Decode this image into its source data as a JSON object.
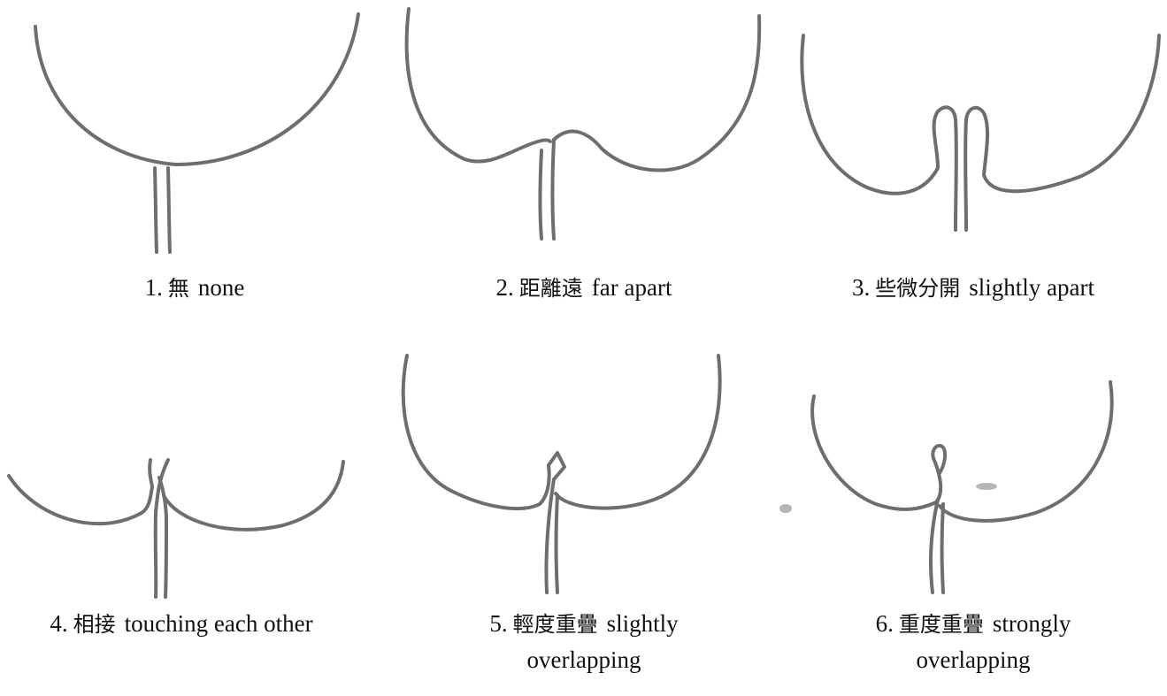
{
  "panels": [
    {
      "num": "1.",
      "zh": "無",
      "en": "none",
      "en2": ""
    },
    {
      "num": "2.",
      "zh": "距離遠",
      "en": "far apart",
      "en2": ""
    },
    {
      "num": "3.",
      "zh": "些微分開",
      "en": "slightly apart",
      "en2": ""
    },
    {
      "num": "4.",
      "zh": "相接",
      "en": "touching each other",
      "en2": ""
    },
    {
      "num": "5.",
      "zh": "輕度重疊",
      "en": "slightly",
      "en2": "overlapping"
    },
    {
      "num": "6.",
      "zh": "重度重疊",
      "en": "strongly",
      "en2": "overlapping"
    }
  ],
  "colors": {
    "stroke": "#6e6e6e",
    "text": "#111111",
    "background": "#ffffff"
  }
}
